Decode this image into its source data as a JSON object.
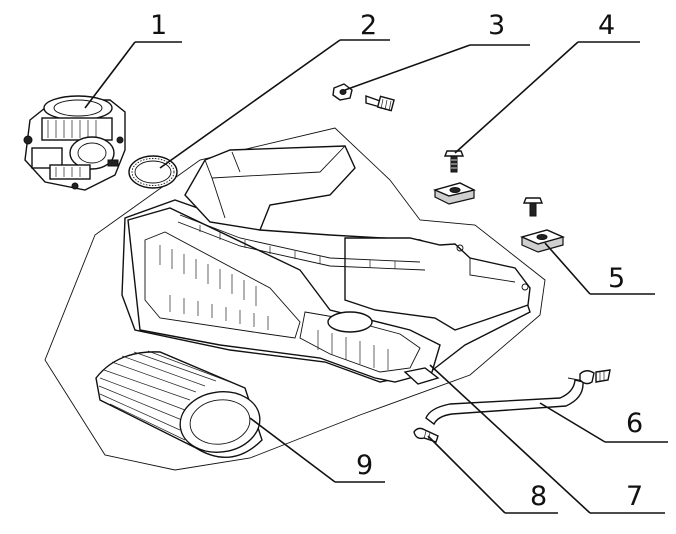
{
  "diagram": {
    "callouts": [
      {
        "id": "1",
        "label": "1"
      },
      {
        "id": "2",
        "label": "2"
      },
      {
        "id": "3",
        "label": "3"
      },
      {
        "id": "4",
        "label": "4"
      },
      {
        "id": "5",
        "label": "5"
      },
      {
        "id": "6",
        "label": "6"
      },
      {
        "id": "7",
        "label": "7"
      },
      {
        "id": "8",
        "label": "8"
      },
      {
        "id": "9",
        "label": "9"
      }
    ],
    "parts": [
      {
        "callout": "1",
        "icon": "carburetor-icon"
      },
      {
        "callout": "2",
        "icon": "clamp-ring-icon"
      },
      {
        "callout": "3",
        "icon": "nut-and-bolt-icon"
      },
      {
        "callout": "4",
        "icon": "bolt-with-grommet-icon"
      },
      {
        "callout": "5",
        "icon": "rubber-grommet-icon"
      },
      {
        "callout": "6",
        "icon": "drain-hose-icon"
      },
      {
        "callout": "7",
        "icon": "air-box-housing-icon"
      },
      {
        "callout": "8",
        "icon": "hose-clamp-icon"
      },
      {
        "callout": "9",
        "icon": "air-filter-element-icon"
      }
    ]
  }
}
